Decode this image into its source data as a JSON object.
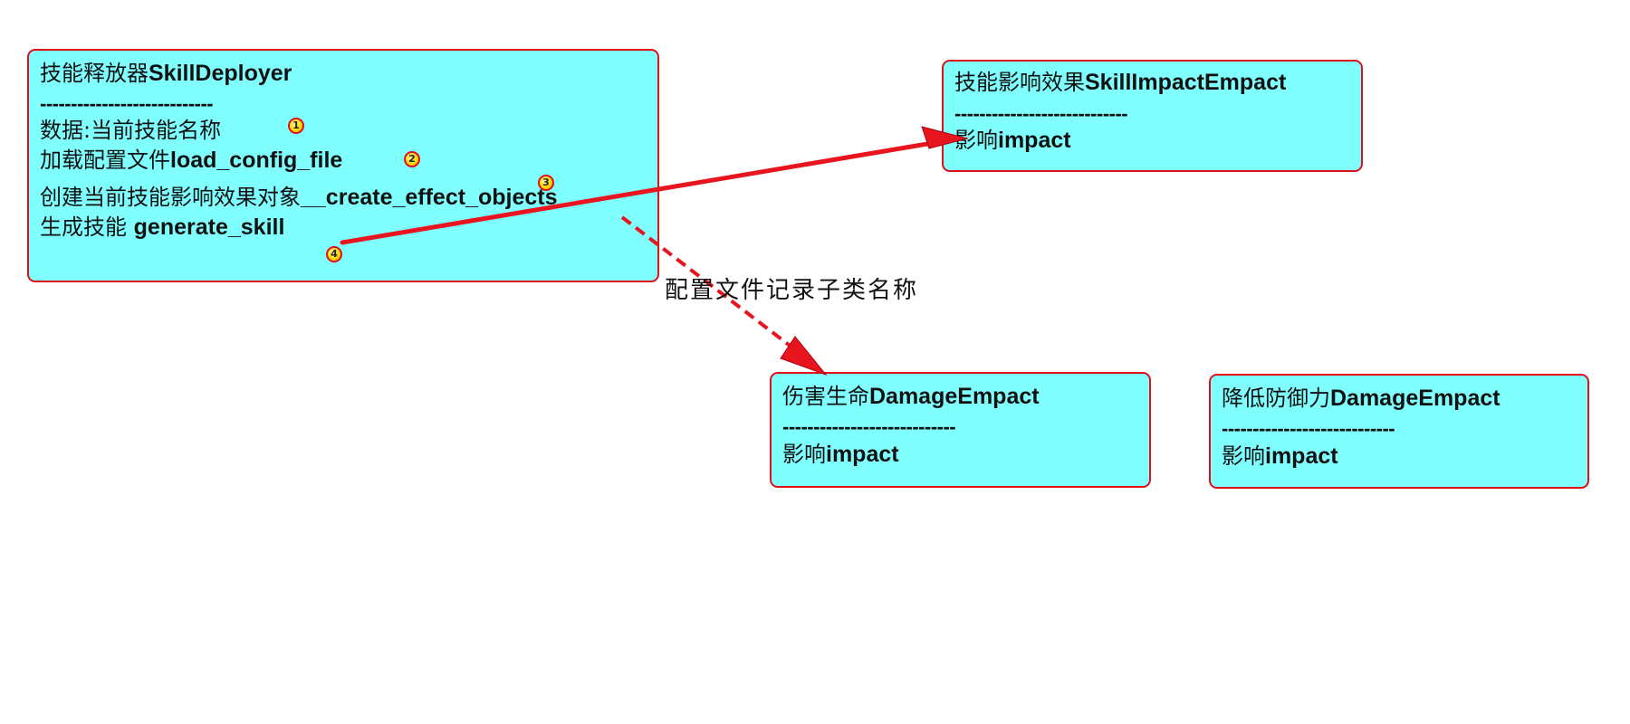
{
  "deployer": {
    "title_cn": "技能释放器",
    "title_en": "SkillDeployer",
    "separator": "----------------------------",
    "lines": [
      {
        "cn": "数据:当前技能名称",
        "en": ""
      },
      {
        "cn": "加载配置文件",
        "en": "load_config_file"
      },
      {
        "cn": "创建当前技能影响效果对象",
        "en": "__create_effect_objects"
      },
      {
        "cn": "生成技能 ",
        "en": "generate_skill"
      }
    ],
    "badges": [
      "1",
      "2",
      "3",
      "4"
    ]
  },
  "impact_base": {
    "title_cn": "技能影响效果",
    "title_en": "SkillImpactEmpact",
    "separator": "----------------------------",
    "method_cn": "影响",
    "method_en": "impact"
  },
  "damage_life": {
    "title_cn": "伤害生命",
    "title_en": "DamageEmpact",
    "separator": "----------------------------",
    "method_cn": "影响",
    "method_en": "impact"
  },
  "lower_defense": {
    "title_cn": "降低防御力",
    "title_en": "DamageEmpact",
    "separator": "----------------------------",
    "method_cn": "影响",
    "method_en": "impact"
  },
  "annotation": "配置文件记录子类名称",
  "colors": {
    "box_fill": "#80ffff",
    "box_border": "#e0101a",
    "arrow": "#e8141e"
  }
}
